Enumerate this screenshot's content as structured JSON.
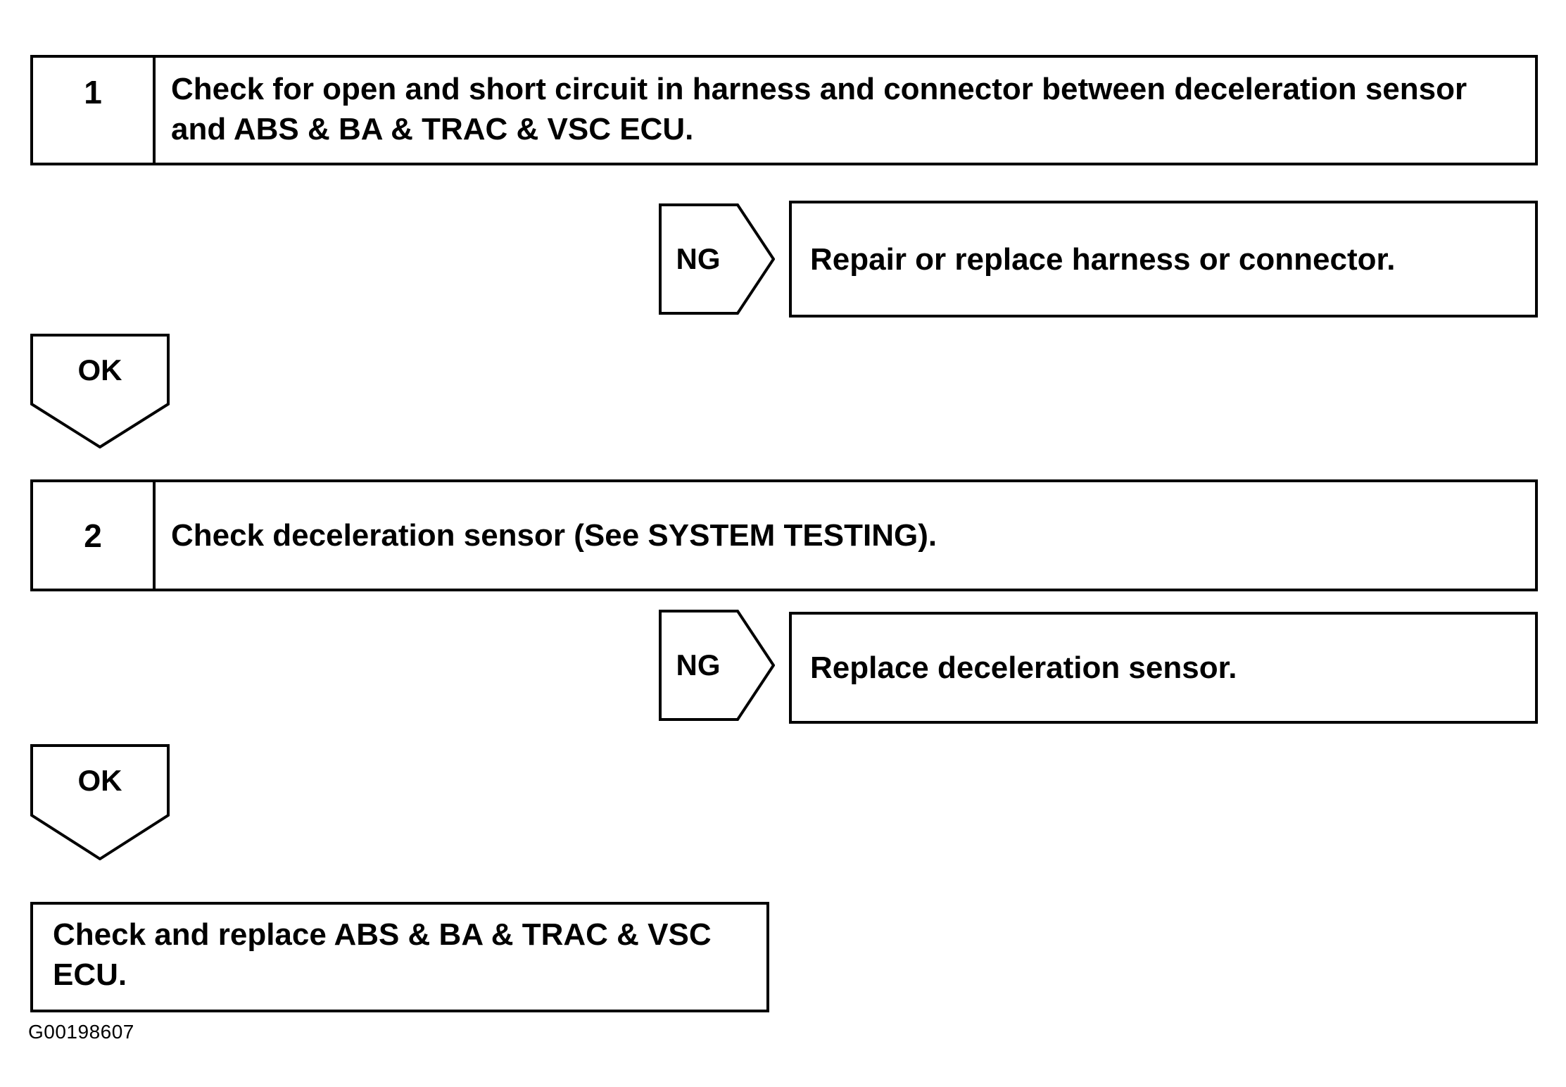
{
  "steps": [
    {
      "number": "1",
      "instruction": "Check for open and short circuit in harness and connector between deceleration sensor and ABS & BA & TRAC & VSC ECU.",
      "ng": {
        "label": "NG",
        "result": "Repair or replace harness or connector."
      },
      "ok": {
        "label": "OK"
      }
    },
    {
      "number": "2",
      "instruction": "Check deceleration sensor (See SYSTEM TESTING).",
      "ng": {
        "label": "NG",
        "result": "Replace deceleration sensor."
      },
      "ok": {
        "label": "OK"
      }
    }
  ],
  "final_action": "Check and replace ABS & BA & TRAC & VSC ECU.",
  "figure_id": "G00198607",
  "colors": {
    "line": "#000000",
    "background": "#ffffff"
  }
}
